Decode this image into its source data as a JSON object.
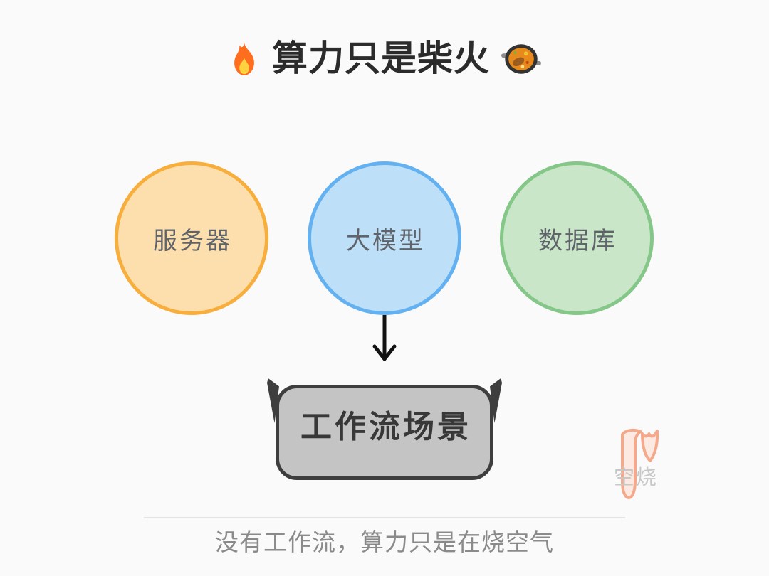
{
  "page": {
    "background": "#FAFAFA"
  },
  "title": {
    "text": "算力只是柴火",
    "leading_icon": "fire-emoji",
    "trailing_icon": "shallow-pan-of-food-emoji",
    "color": "#2B2B2B"
  },
  "nodes": [
    {
      "label": "服务器",
      "fill": "#FCDFAC",
      "border": "#F8AE3C"
    },
    {
      "label": "大模型",
      "fill": "#BDDFF8",
      "border": "#63B1F0"
    },
    {
      "label": "数据库",
      "fill": "#C9E6C8",
      "border": "#85C788"
    }
  ],
  "connector": {
    "type": "arrow-down",
    "color": "#111111"
  },
  "workflow_box": {
    "label": "工作流场景",
    "fill": "#C4C4C4",
    "border": "#3E3E3E",
    "text_color": "#383838"
  },
  "watermark": {
    "text": "空烧",
    "text_color": "#C8C8C8",
    "flame_stroke": "#F4A98C",
    "flame_fill": "#FCEAE2"
  },
  "caption": {
    "text": "没有工作流，算力只是在烧空气",
    "color": "#8A8A8A"
  }
}
